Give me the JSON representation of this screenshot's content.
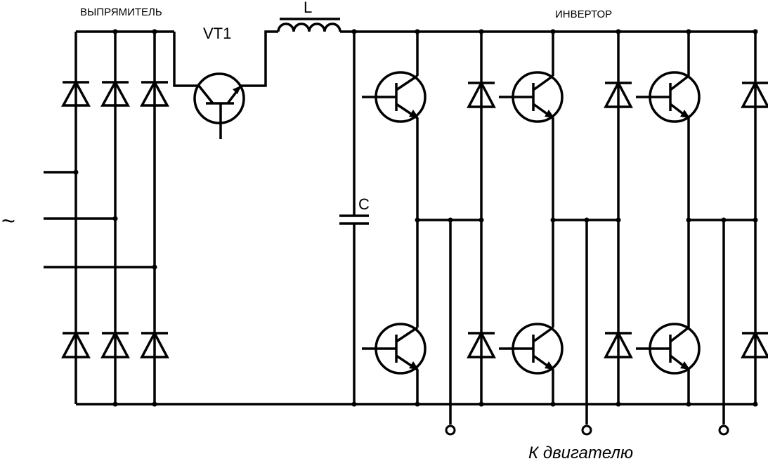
{
  "labels": {
    "rectifier": "ВЫПРЯМИТЕЛЬ",
    "transistor": "VT1",
    "inductor": "L",
    "inverter": "ИНВЕРТОР",
    "capacitor": "C",
    "ac_source": "~",
    "motor_caption": "К двигателю"
  }
}
